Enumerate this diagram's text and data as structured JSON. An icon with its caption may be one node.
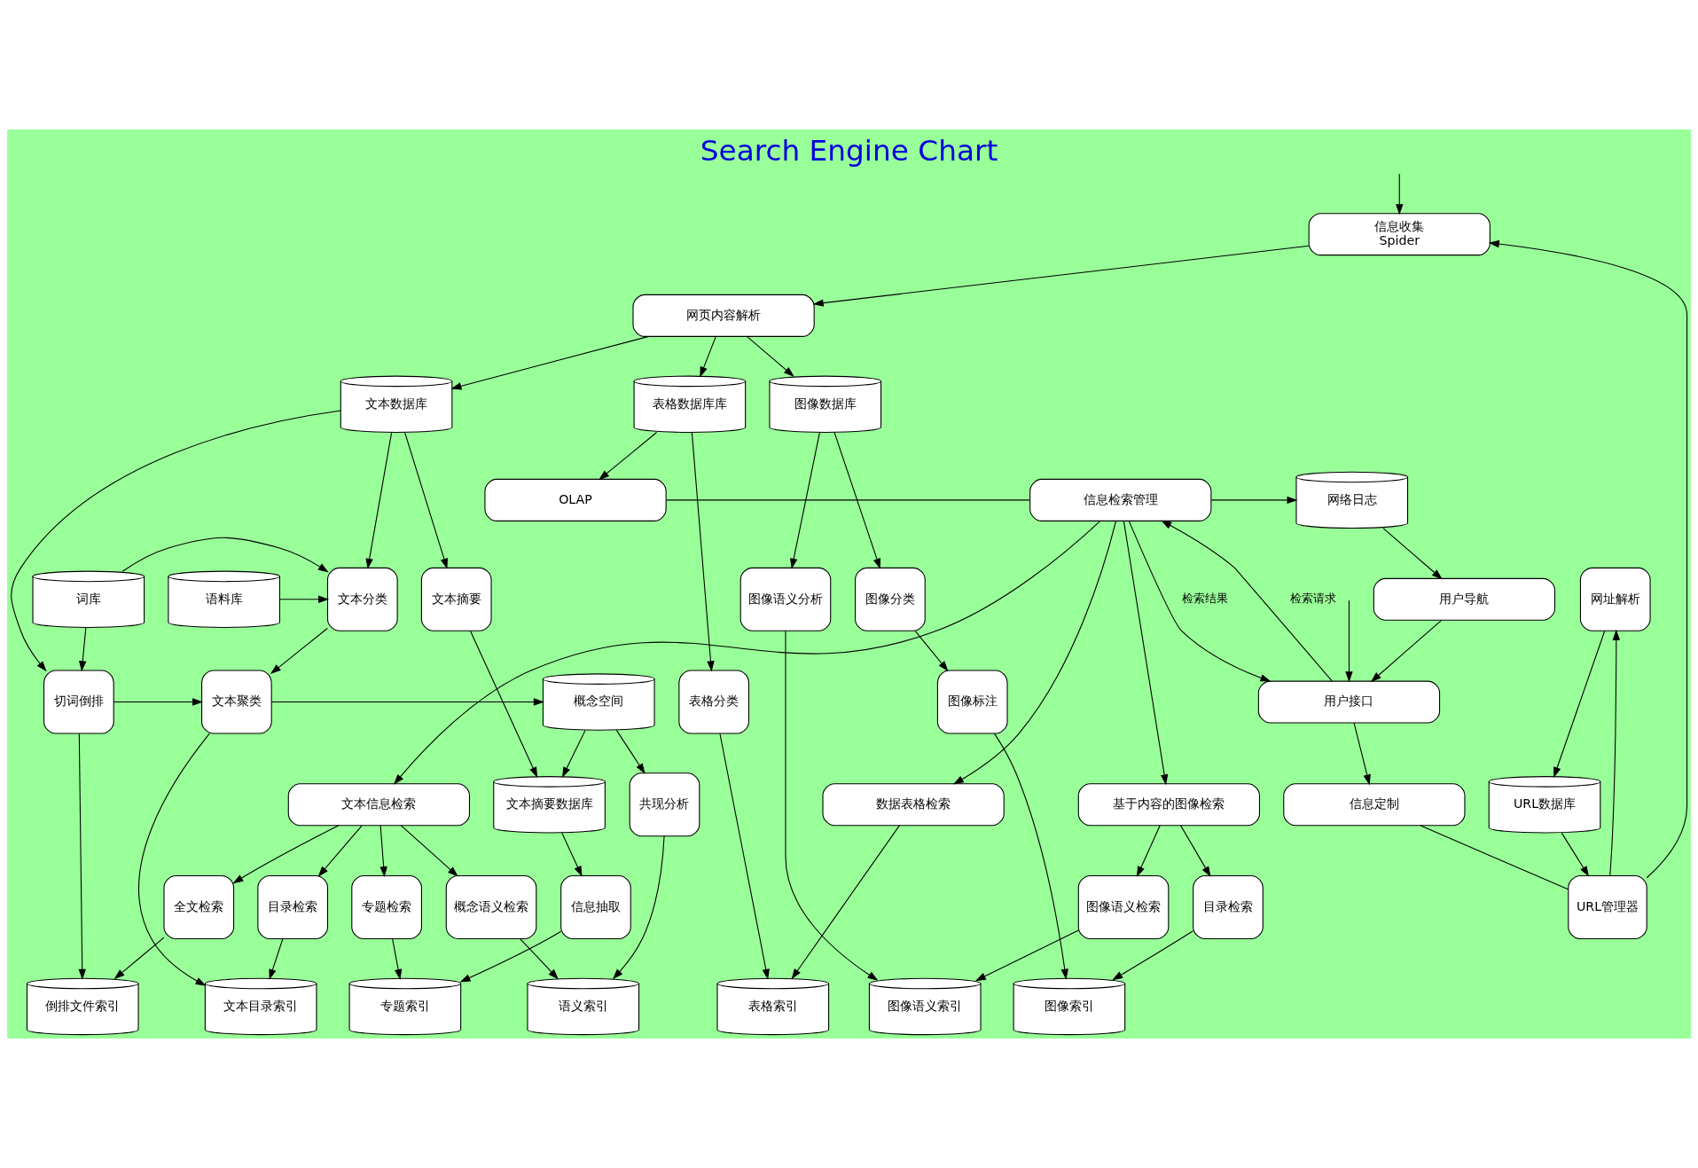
{
  "diagram": {
    "title": "Search Engine Chart",
    "nodes": [
      {
        "text": [
          "信息收集",
          "Spider"
        ]
      },
      {
        "text": [
          "网页内容解析"
        ]
      },
      {
        "text": [
          "文本数据库"
        ]
      },
      {
        "text": [
          "图像数据库"
        ]
      },
      {
        "text": [
          "表格数据库库"
        ]
      },
      {
        "text": [
          "网址解析"
        ]
      },
      {
        "text": [
          "词库"
        ]
      },
      {
        "text": [
          "文本分类"
        ]
      },
      {
        "text": [
          "语料库"
        ]
      },
      {
        "text": [
          "文本摘要"
        ]
      },
      {
        "text": [
          "图像分类"
        ]
      },
      {
        "text": [
          "图像语义分析"
        ]
      },
      {
        "text": [
          "切词倒排"
        ]
      },
      {
        "text": [
          "文本聚类"
        ]
      },
      {
        "text": [
          "概念空间"
        ]
      },
      {
        "text": [
          "文本摘要数据库"
        ]
      },
      {
        "text": [
          "图像标注"
        ]
      },
      {
        "text": [
          "表格分类"
        ]
      },
      {
        "text": [
          "URL数据库"
        ]
      },
      {
        "text": [
          "共现分析"
        ]
      },
      {
        "text": [
          "信息抽取"
        ]
      },
      {
        "text": [
          "倒排文件索引"
        ]
      },
      {
        "text": [
          "文本目录索引"
        ]
      },
      {
        "text": [
          "语义索引"
        ]
      },
      {
        "text": [
          "专题索引"
        ]
      },
      {
        "text": [
          "图像索引"
        ]
      },
      {
        "text": [
          "图像语义索引"
        ]
      },
      {
        "text": [
          "表格索引"
        ]
      },
      {
        "text": [
          "URL管理器"
        ]
      },
      {
        "text": [
          "全文检索"
        ]
      },
      {
        "text": [
          "目录检索"
        ]
      },
      {
        "text": [
          "概念语义检索"
        ]
      },
      {
        "text": [
          "专题检索"
        ]
      },
      {
        "text": [
          "目录检索"
        ]
      },
      {
        "text": [
          "图像语义检索"
        ]
      },
      {
        "text": [
          "信息定制"
        ]
      },
      {
        "text": [
          "文本信息检索"
        ]
      },
      {
        "text": [
          "基于内容的图像检索"
        ]
      },
      {
        "text": [
          "数据表格检索"
        ]
      },
      {
        "text": [
          "网络日志"
        ]
      },
      {
        "text": [
          "信息检索管理"
        ]
      },
      {
        "text": [
          "OLAP"
        ]
      },
      {
        "text": [
          "用户导航"
        ]
      },
      {
        "text": [
          "用户接口"
        ]
      }
    ],
    "edges": [
      {
        "from": null,
        "to": 0,
        "arrow": "to"
      },
      {
        "from": 0,
        "to": 1,
        "arrow": "to"
      },
      {
        "from": 1,
        "to": 2,
        "arrow": "to"
      },
      {
        "from": 1,
        "to": 3,
        "arrow": "to"
      },
      {
        "from": 1,
        "to": 4,
        "arrow": "to"
      },
      {
        "from": 2,
        "to": 7,
        "arrow": "to"
      },
      {
        "from": 2,
        "to": 9,
        "arrow": "to"
      },
      {
        "from": 2,
        "to": 12,
        "arrow": "to"
      },
      {
        "from": 6,
        "to": 7,
        "arrow": "to"
      },
      {
        "from": 8,
        "to": 7,
        "arrow": "to"
      },
      {
        "from": 6,
        "to": 12,
        "arrow": "to"
      },
      {
        "from": 7,
        "to": 13,
        "arrow": "to"
      },
      {
        "from": 12,
        "to": 13,
        "arrow": "to"
      },
      {
        "from": 13,
        "to": 14,
        "arrow": "to"
      },
      {
        "from": 14,
        "to": 15,
        "arrow": "to"
      },
      {
        "from": 9,
        "to": 15,
        "arrow": "to"
      },
      {
        "from": 14,
        "to": 19,
        "arrow": "to"
      },
      {
        "from": 15,
        "to": 20,
        "arrow": "to"
      },
      {
        "from": 12,
        "to": 21,
        "arrow": "to"
      },
      {
        "from": 13,
        "to": 22,
        "arrow": "to"
      },
      {
        "from": 19,
        "to": 23,
        "arrow": "to"
      },
      {
        "from": 20,
        "to": 24,
        "arrow": "to"
      },
      {
        "from": 3,
        "to": 10,
        "arrow": "to"
      },
      {
        "from": 3,
        "to": 11,
        "arrow": "to"
      },
      {
        "from": 10,
        "to": 16,
        "arrow": "to"
      },
      {
        "from": 16,
        "to": 25,
        "arrow": "to"
      },
      {
        "from": 11,
        "to": 26,
        "arrow": "to"
      },
      {
        "from": 4,
        "to": 17,
        "arrow": "to"
      },
      {
        "from": 17,
        "to": 27,
        "arrow": "to"
      },
      {
        "from": 4,
        "to": 41,
        "arrow": "to"
      },
      {
        "from": 5,
        "to": 18,
        "arrow": "to"
      },
      {
        "from": 18,
        "to": 28,
        "arrow": "to"
      },
      {
        "from": 28,
        "to": 0,
        "arrow": "to"
      },
      {
        "from": 28,
        "to": 5,
        "arrow": "to"
      },
      {
        "from": 35,
        "to": 28,
        "arrow": "none"
      },
      {
        "from": 43,
        "to": 35,
        "arrow": "to"
      },
      {
        "from": 29,
        "to": 21,
        "arrow": "to"
      },
      {
        "from": 30,
        "to": 22,
        "arrow": "to"
      },
      {
        "from": 31,
        "to": 23,
        "arrow": "to"
      },
      {
        "from": 32,
        "to": 24,
        "arrow": "to"
      },
      {
        "from": 36,
        "to": 29,
        "arrow": "to"
      },
      {
        "from": 36,
        "to": 30,
        "arrow": "to"
      },
      {
        "from": 36,
        "to": 31,
        "arrow": "to"
      },
      {
        "from": 36,
        "to": 32,
        "arrow": "to"
      },
      {
        "from": 33,
        "to": 25,
        "arrow": "to"
      },
      {
        "from": 34,
        "to": 26,
        "arrow": "to"
      },
      {
        "from": 37,
        "to": 33,
        "arrow": "to"
      },
      {
        "from": 37,
        "to": 34,
        "arrow": "to"
      },
      {
        "from": 38,
        "to": 27,
        "arrow": "to"
      },
      {
        "from": 40,
        "to": 37,
        "arrow": "to"
      },
      {
        "from": 40,
        "to": 36,
        "arrow": "to"
      },
      {
        "from": 40,
        "to": 38,
        "arrow": "to"
      },
      {
        "from": 40,
        "to": 39,
        "arrow": "to"
      },
      {
        "from": 40,
        "to": 41,
        "arrow": "none"
      },
      {
        "from": 39,
        "to": 42,
        "arrow": "to"
      },
      {
        "from": 42,
        "to": 43,
        "arrow": "to"
      },
      {
        "from": 43,
        "to": 40,
        "arrow": "to",
        "label": "检索请求"
      },
      {
        "from": 40,
        "to": 43,
        "arrow": "to",
        "label": "检索结果"
      },
      {
        "from": null,
        "to": 43,
        "arrow": "to"
      }
    ]
  }
}
